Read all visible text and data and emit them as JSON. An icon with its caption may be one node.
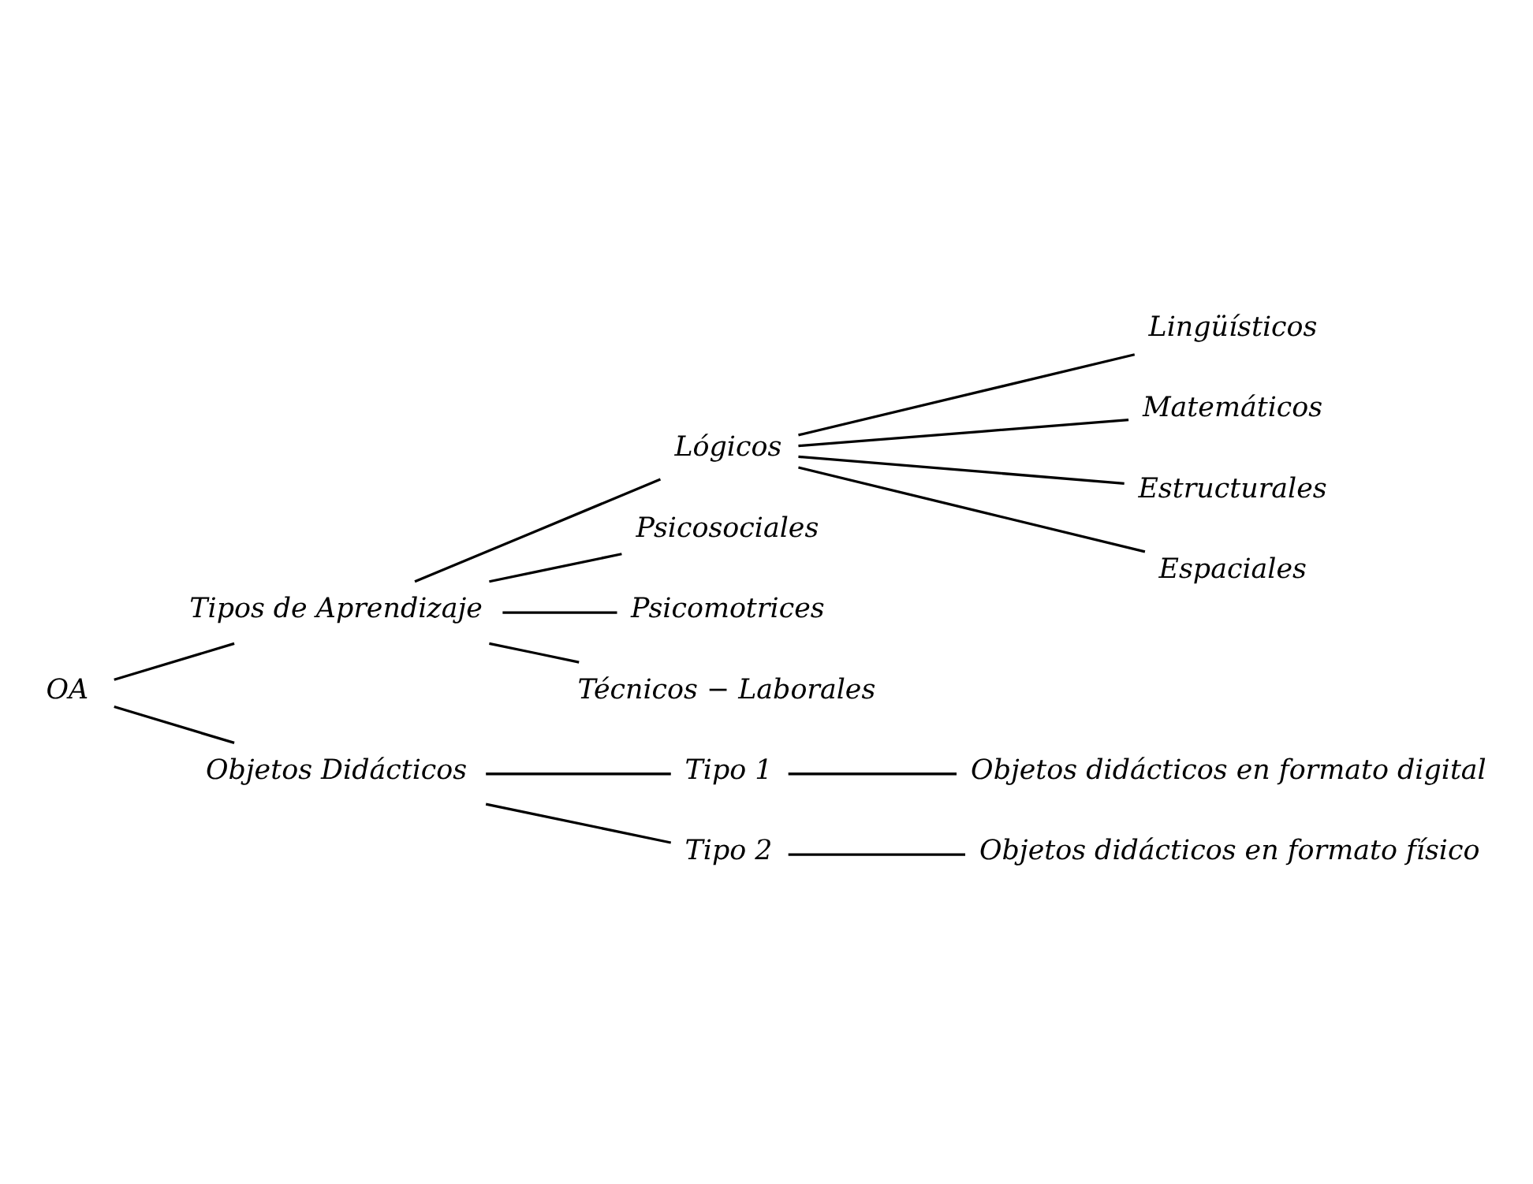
{
  "diagram": {
    "nodes": [
      {
        "text": [
          "OA"
        ]
      },
      {
        "text": [
          "Tipos de Aprendizaje"
        ]
      },
      {
        "text": [
          "Lógicos"
        ]
      },
      {
        "text": [
          "Lingüísticos"
        ]
      },
      {
        "text": [
          "Matemáticos"
        ]
      },
      {
        "text": [
          "Estructurales"
        ]
      },
      {
        "text": [
          "Espaciales"
        ]
      },
      {
        "text": [
          "Psicosociales"
        ]
      },
      {
        "text": [
          "Psicomotrices"
        ]
      },
      {
        "text": [
          "Técnicos − Laborales"
        ]
      },
      {
        "text": [
          "Objetos Didácticos"
        ]
      },
      {
        "text": [
          "Tipo 1"
        ]
      },
      {
        "text": [
          "Objetos didácticos en formato digital"
        ]
      },
      {
        "text": [
          "Tipo 2"
        ]
      },
      {
        "text": [
          "Objetos didácticos en formato físico"
        ]
      }
    ],
    "edges": [
      {
        "from": 0,
        "to": 1,
        "arrow": "none"
      },
      {
        "from": 1,
        "to": 2,
        "arrow": "none"
      },
      {
        "from": 2,
        "to": 3,
        "arrow": "none"
      },
      {
        "from": 2,
        "to": 4,
        "arrow": "none"
      },
      {
        "from": 2,
        "to": 5,
        "arrow": "none"
      },
      {
        "from": 2,
        "to": 6,
        "arrow": "none"
      },
      {
        "from": 1,
        "to": 7,
        "arrow": "none"
      },
      {
        "from": 1,
        "to": 8,
        "arrow": "none"
      },
      {
        "from": 1,
        "to": 9,
        "arrow": "none"
      },
      {
        "from": 0,
        "to": 10,
        "arrow": "none"
      },
      {
        "from": 10,
        "to": 11,
        "arrow": "none"
      },
      {
        "from": 11,
        "to": 12,
        "arrow": "none"
      },
      {
        "from": 10,
        "to": 13,
        "arrow": "none"
      },
      {
        "from": 13,
        "to": 14,
        "arrow": "none"
      }
    ]
  }
}
